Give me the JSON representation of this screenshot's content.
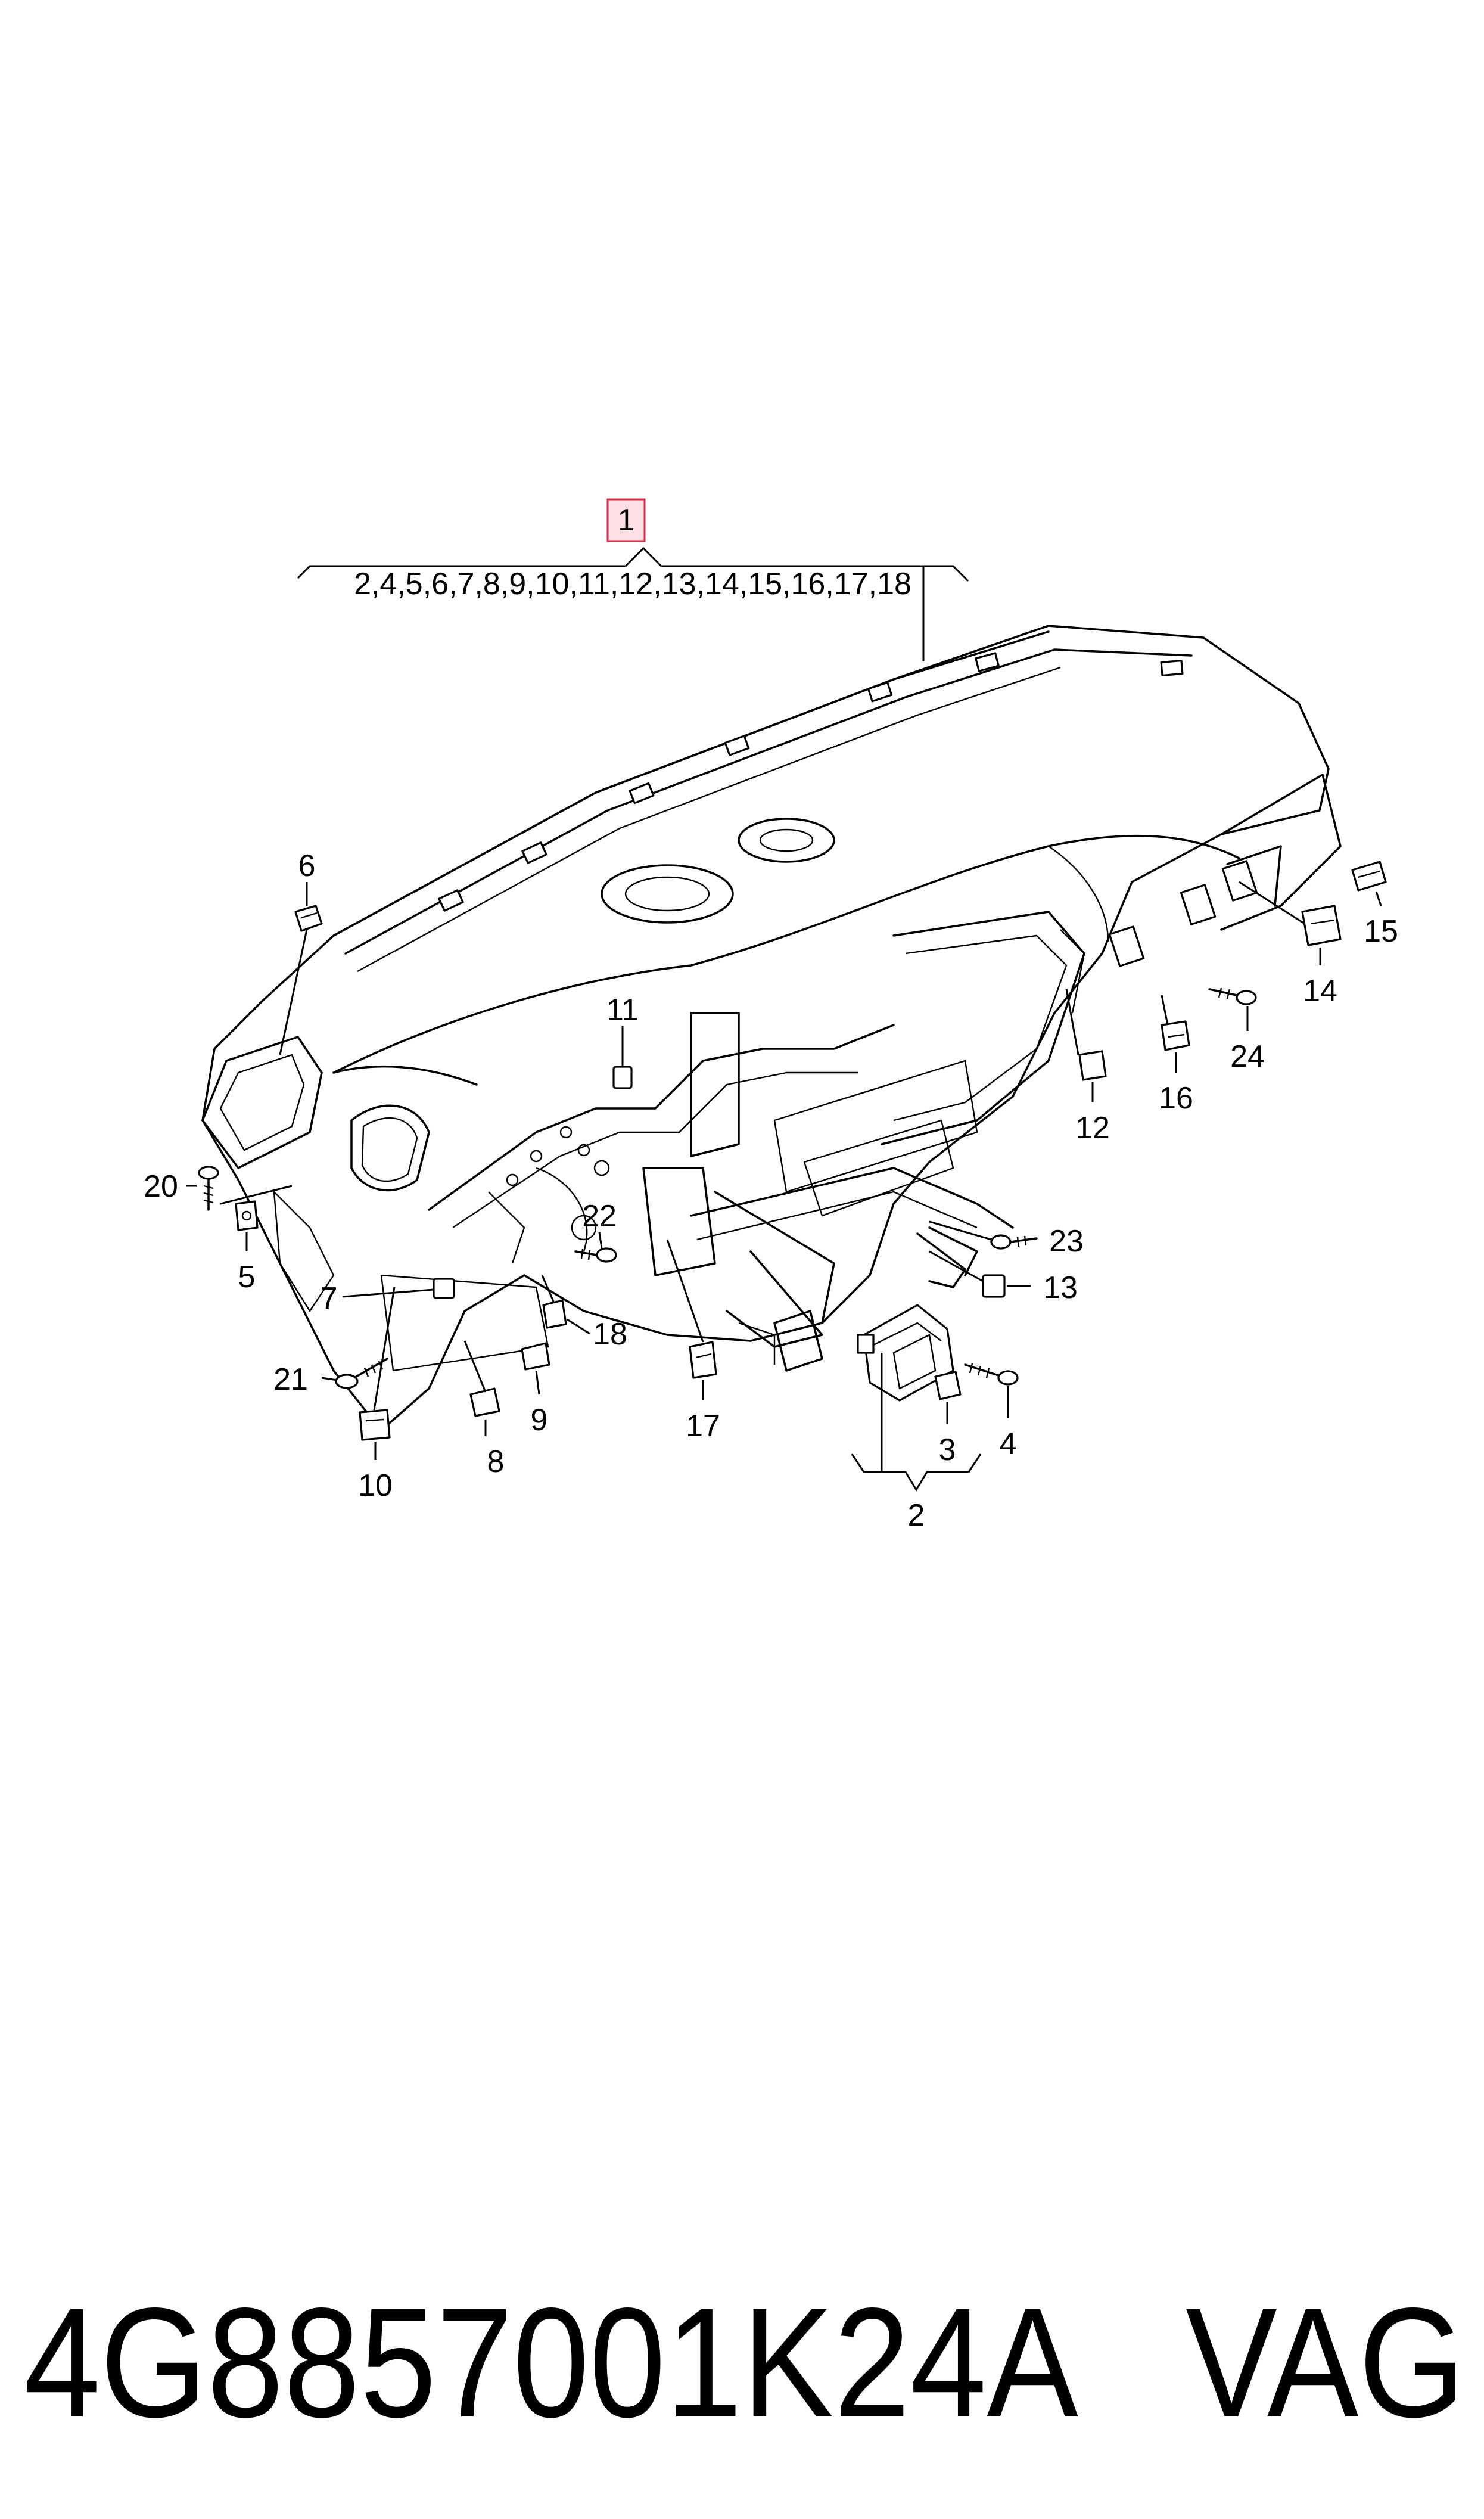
{
  "diagram": {
    "assembly_callout": "1",
    "assembly_includes": "2,4,5,6,7,8,9,10,11,12,13,14,15,16,17,18",
    "subassembly_callout": "2",
    "callouts": [
      "3",
      "4",
      "5",
      "6",
      "7",
      "8",
      "9",
      "10",
      "11",
      "12",
      "13",
      "14",
      "15",
      "16",
      "17",
      "18",
      "20",
      "21",
      "22",
      "23",
      "24"
    ]
  },
  "footer": {
    "part_number": "4G8857001K24A",
    "brand": "VAG"
  },
  "colors": {
    "highlight_box_fill": "#ffe0e6",
    "highlight_box_stroke": "#d42c46",
    "line": "#000000",
    "background": "#ffffff"
  }
}
